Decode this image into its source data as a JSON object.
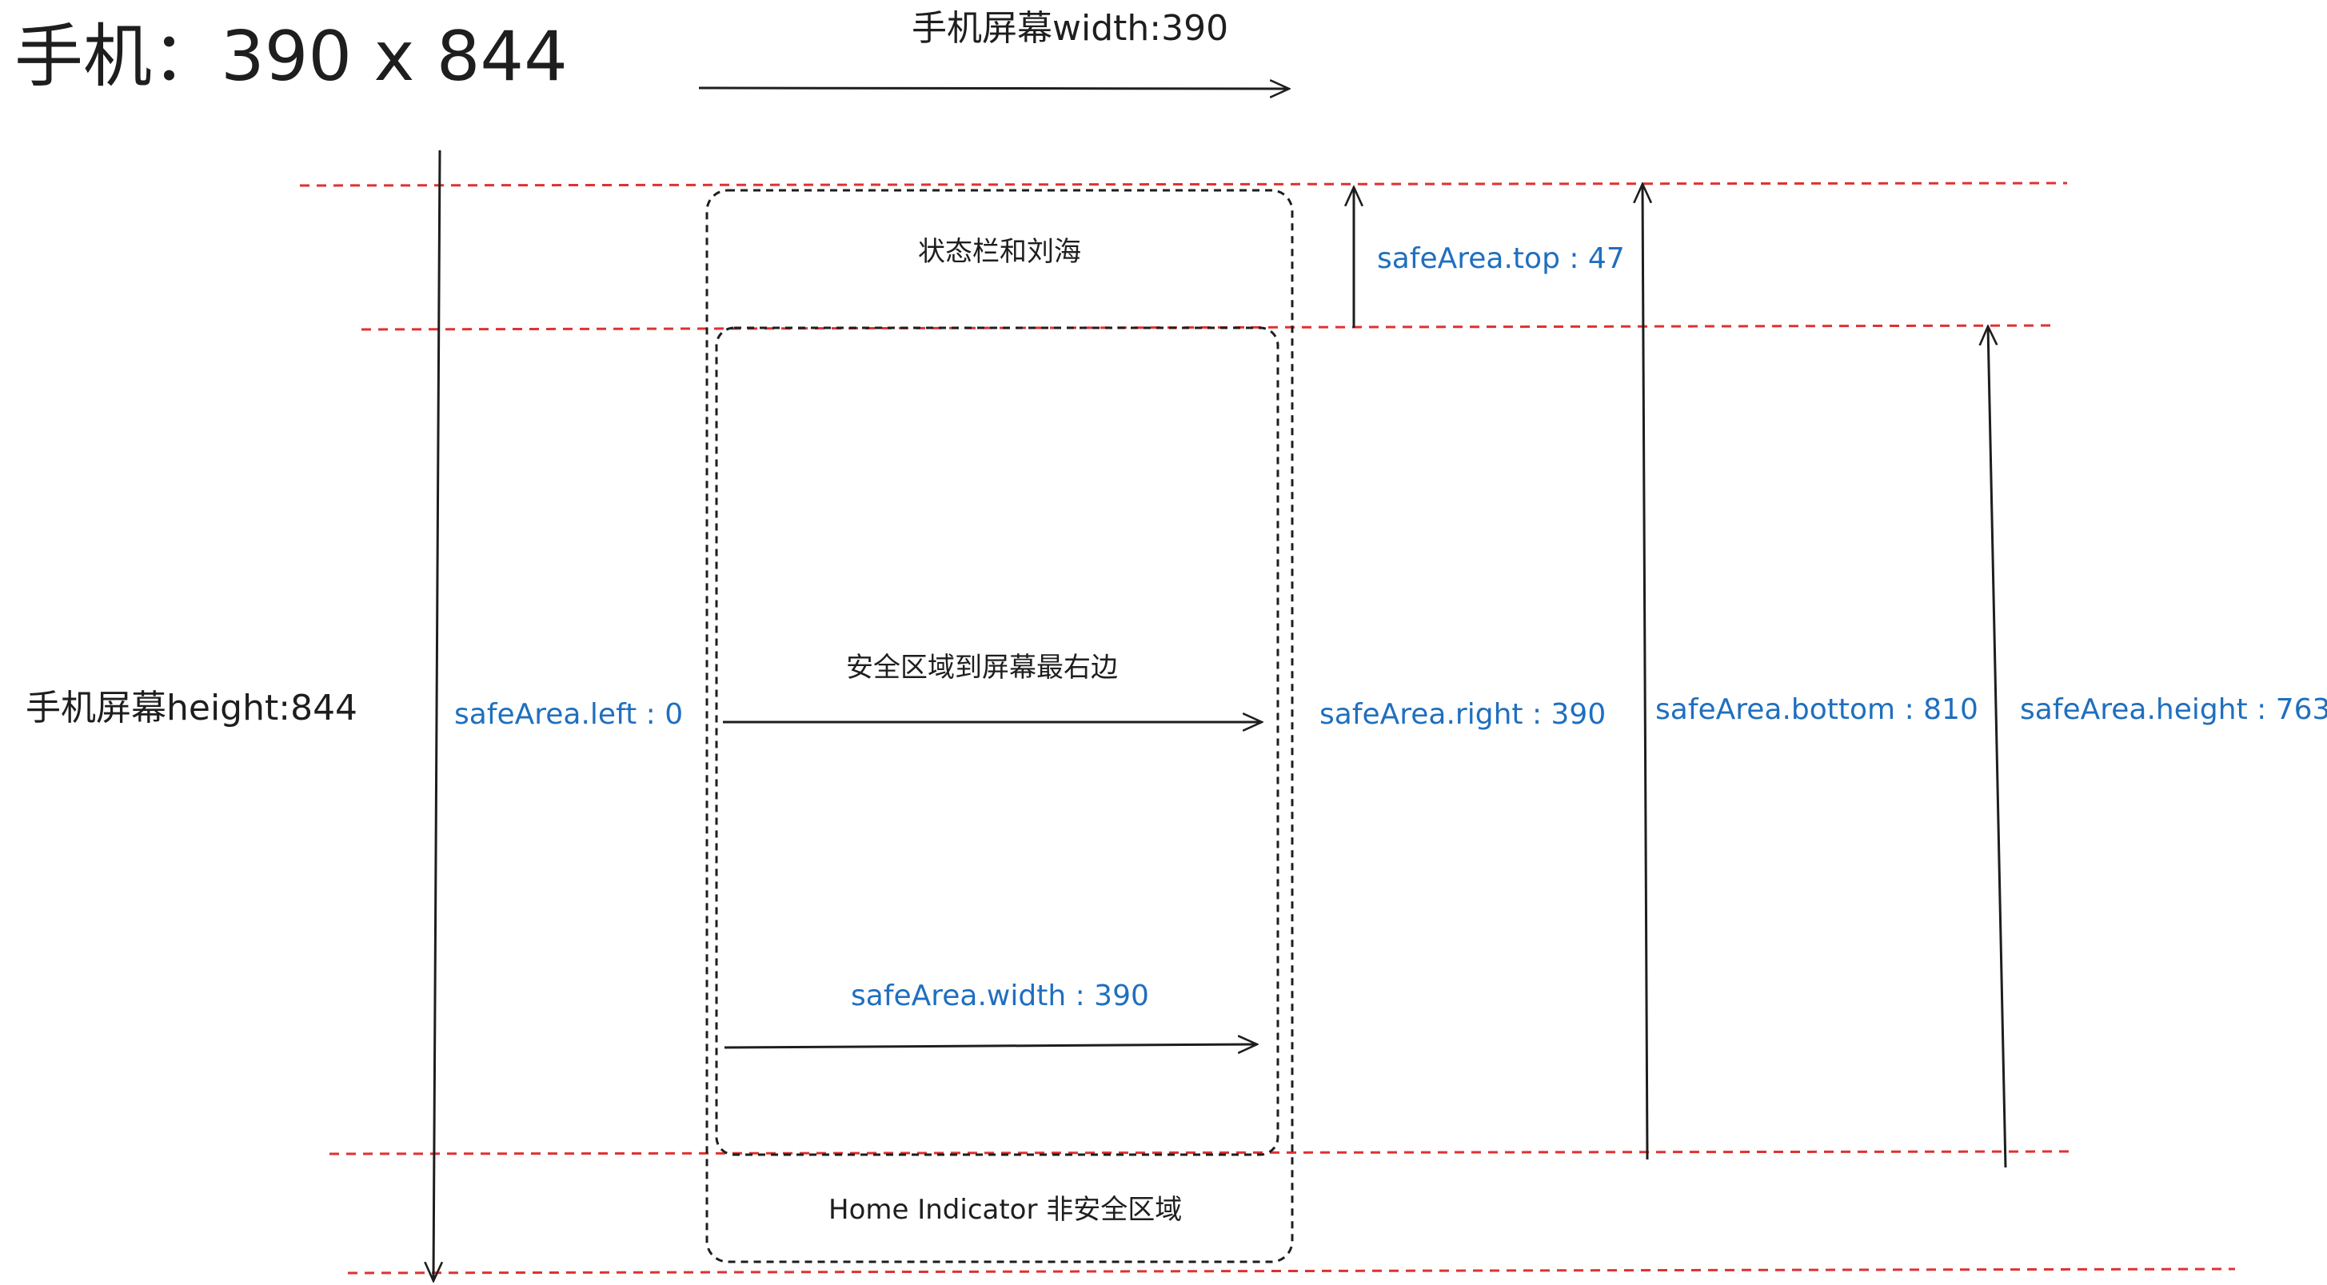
{
  "diagram": {
    "title": "手机：390 x 844",
    "screen_width_label": "手机屏幕width:390",
    "screen_height_label": "手机屏幕height:844",
    "status_bar_label": "状态栏和刘海",
    "to_right_edge_label": "安全区域到屏幕最右边",
    "home_indicator_label": "Home Indicator 非安全区域",
    "safe_area": {
      "top": "safeArea.top : 47",
      "left": "safeArea.left : 0",
      "right": "safeArea.right : 390",
      "bottom": "safeArea.bottom : 810",
      "height": "safeArea.height : 763",
      "width": "safeArea.width : 390"
    },
    "colors": {
      "ink": "#1e1e1e",
      "guide_red": "#e03131",
      "value_blue": "#1f6fbf"
    }
  }
}
